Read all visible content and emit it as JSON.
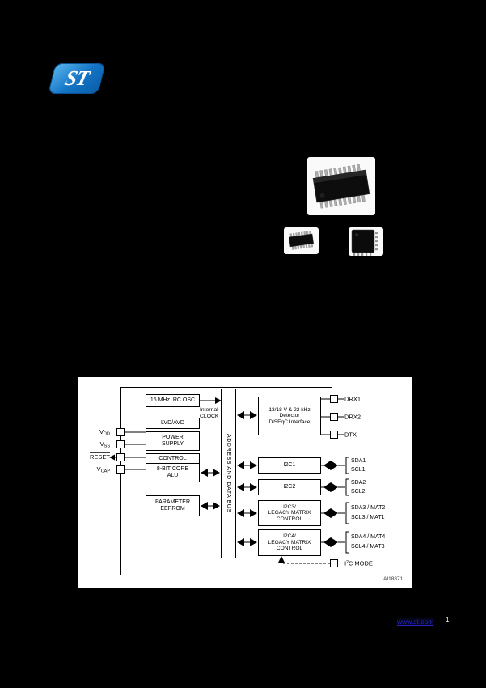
{
  "page": {
    "background": "#000000",
    "page_number": "1"
  },
  "colors": {
    "logo_blue": "#1273c4",
    "link_blue": "#2323cc",
    "diagram_bg": "#ffffff",
    "page_bg": "#000000"
  },
  "header": {
    "logo_text": "ST"
  },
  "icons": {
    "large_package": "ssop20-package-photo",
    "small_package": "ssop-small-package-photo",
    "qfn_package": "qfn-package-photo"
  },
  "footer": {
    "link_text": "www.st.com"
  },
  "diagram": {
    "caption": "AI18871",
    "bus": "ADDRESS AND DATA BUS",
    "clock_note": {
      "line1": "Internal",
      "line2": "CLOCK"
    },
    "blocks": {
      "osc": "16 MHz. RC OSC",
      "lvd": "LVD/AVD",
      "power": {
        "line1": "POWER",
        "line2": "SUPPLY"
      },
      "control": "CONTROL",
      "core": {
        "line1": "8-BIT CORE",
        "line2": "ALU"
      },
      "eeprom": {
        "line1": "PARAMETER",
        "line2": "EEPROM"
      },
      "detector": {
        "line1": "13/18 V & 22 kHz",
        "line2": "Detector",
        "line3": "DiSEqC Interface"
      },
      "i2c1": "I2C1",
      "i2c2": "I2C2",
      "i2c3": {
        "line1": "I2C3/",
        "line2": "LEGACY MATRIX",
        "line3": "CONTROL"
      },
      "i2c4": {
        "line1": "I2C4/",
        "line2": "LEGACY MATRIX",
        "line3": "CONTROL"
      }
    },
    "left_pins": [
      {
        "main": "V",
        "sub": "DD"
      },
      {
        "main": "V",
        "sub": "SS"
      },
      {
        "main": "RESET",
        "sub": ""
      },
      {
        "main": "V",
        "sub": "CAP"
      }
    ],
    "right_pins": [
      "DRX1",
      "DRX2",
      "DTX"
    ],
    "i2c_groups": [
      {
        "top": "SDA1",
        "bottom": "SCL1"
      },
      {
        "top": "SDA2",
        "bottom": "SCL2"
      },
      {
        "top": "SDA3 / MAT2",
        "bottom": "SCL3 / MAT1"
      },
      {
        "top": "SDA4 / MAT4",
        "bottom": "SCL4 / MAT3"
      }
    ],
    "i2c_mode": {
      "pre": "I",
      "sup": "2",
      "post": "C MODE"
    }
  }
}
